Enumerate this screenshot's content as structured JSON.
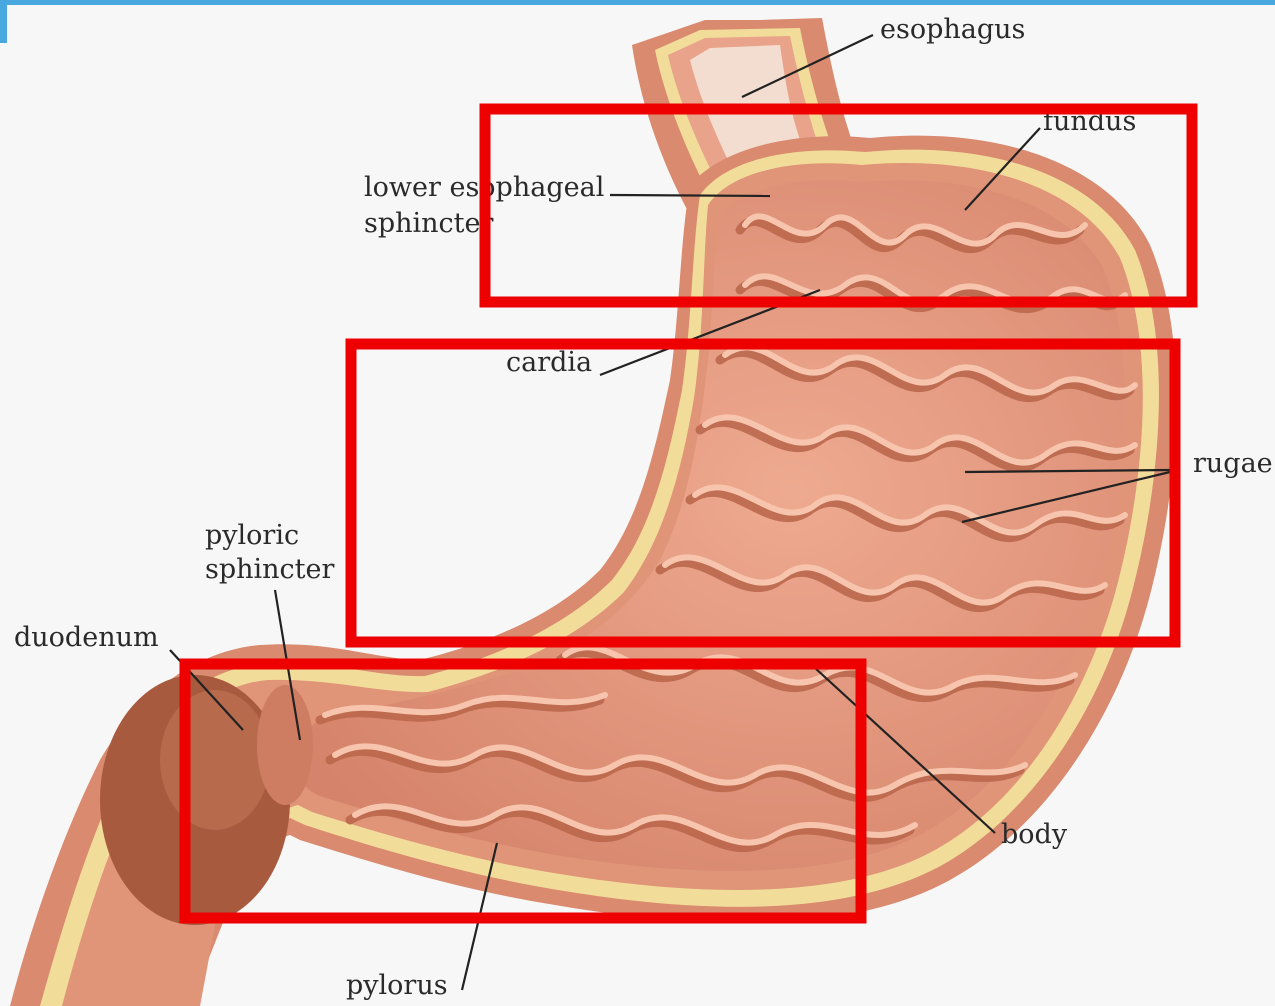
{
  "labels": {
    "esophagus": "esophagus",
    "fundus": "fundus",
    "lower_esophageal_sphincter_line1": "lower esophageal",
    "lower_esophageal_sphincter_line2": "sphincter",
    "cardia": "cardia",
    "rugae": "rugae",
    "pyloric_sphincter_line1": "pyloric",
    "pyloric_sphincter_line2": "sphincter",
    "duodenum": "duodenum",
    "body": "body",
    "pylorus": "pylorus"
  },
  "colors": {
    "highlight_box": "#ee0000",
    "top_accent": "#4aa8e0",
    "stomach_outer": "#d98a6f",
    "stomach_inner": "#e9a58c",
    "wall_fat": "#f2dc9a",
    "duodenum_cavity": "#a85a3e",
    "rugae_fold": "#f7c5ad",
    "rugae_shadow": "#b9654a"
  }
}
